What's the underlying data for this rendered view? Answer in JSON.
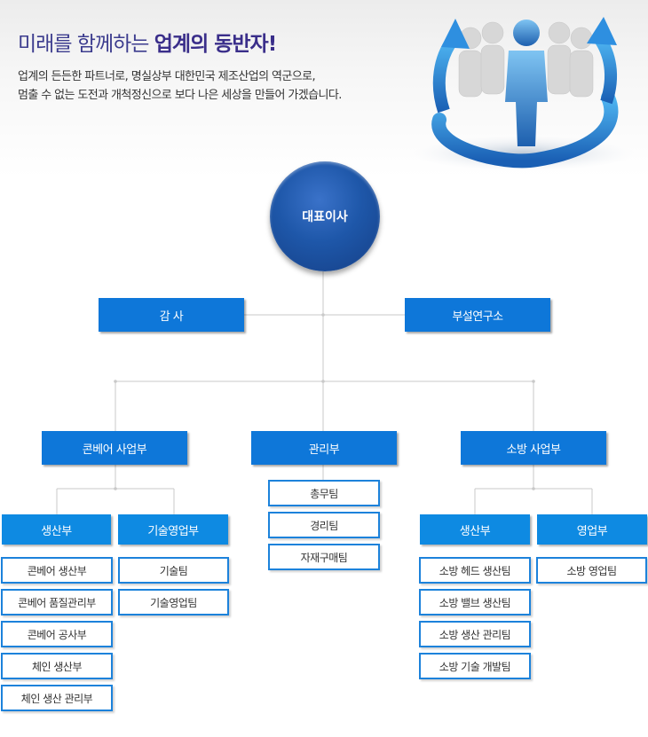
{
  "hero": {
    "headline_light": "미래를 함께하는 ",
    "headline_bold": "업계의 동반자!",
    "description": [
      "업계의 든든한 파트너로, 명실상부 대한민국 제조산업의 역군으로,",
      "멈출 수 없는 도전과 개척정신으로 보다 나은 세상을 만들어 가겠습니다."
    ],
    "illustration": "business-people-arrows-illustration"
  },
  "org": {
    "ceo": "대표이사",
    "audit": "감  사",
    "lab": "부설연구소",
    "divisions": {
      "conveyor": {
        "name": "콘베어 사업부",
        "departments": [
          {
            "name": "생산부",
            "teams": [
              "콘베어 생산부",
              "콘베어 품질관리부",
              "콘베어 공사부",
              "체인 생산부",
              "체인 생산 관리부"
            ]
          },
          {
            "name": "기술영업부",
            "teams": [
              "기술팀",
              "기술영업팀"
            ]
          }
        ]
      },
      "admin": {
        "name": "관리부",
        "teams": [
          "총무팀",
          "경리팀",
          "자재구매팀"
        ]
      },
      "fire": {
        "name": "소방 사업부",
        "departments": [
          {
            "name": "생산부",
            "teams": [
              "소방 헤드 생산팀",
              "소방 밸브 생산팀",
              "소방 생산 관리팀",
              "소방 기술 개발팀"
            ]
          },
          {
            "name": "영업부",
            "teams": [
              "소방 영업팀"
            ]
          }
        ]
      }
    }
  },
  "colors": {
    "box_blue": "#0e77d9",
    "sub_blue": "#0e8ae2",
    "team_border": "#1c82db",
    "ceo_blue": "#1e57a9",
    "headline": "#3a2e8a"
  }
}
